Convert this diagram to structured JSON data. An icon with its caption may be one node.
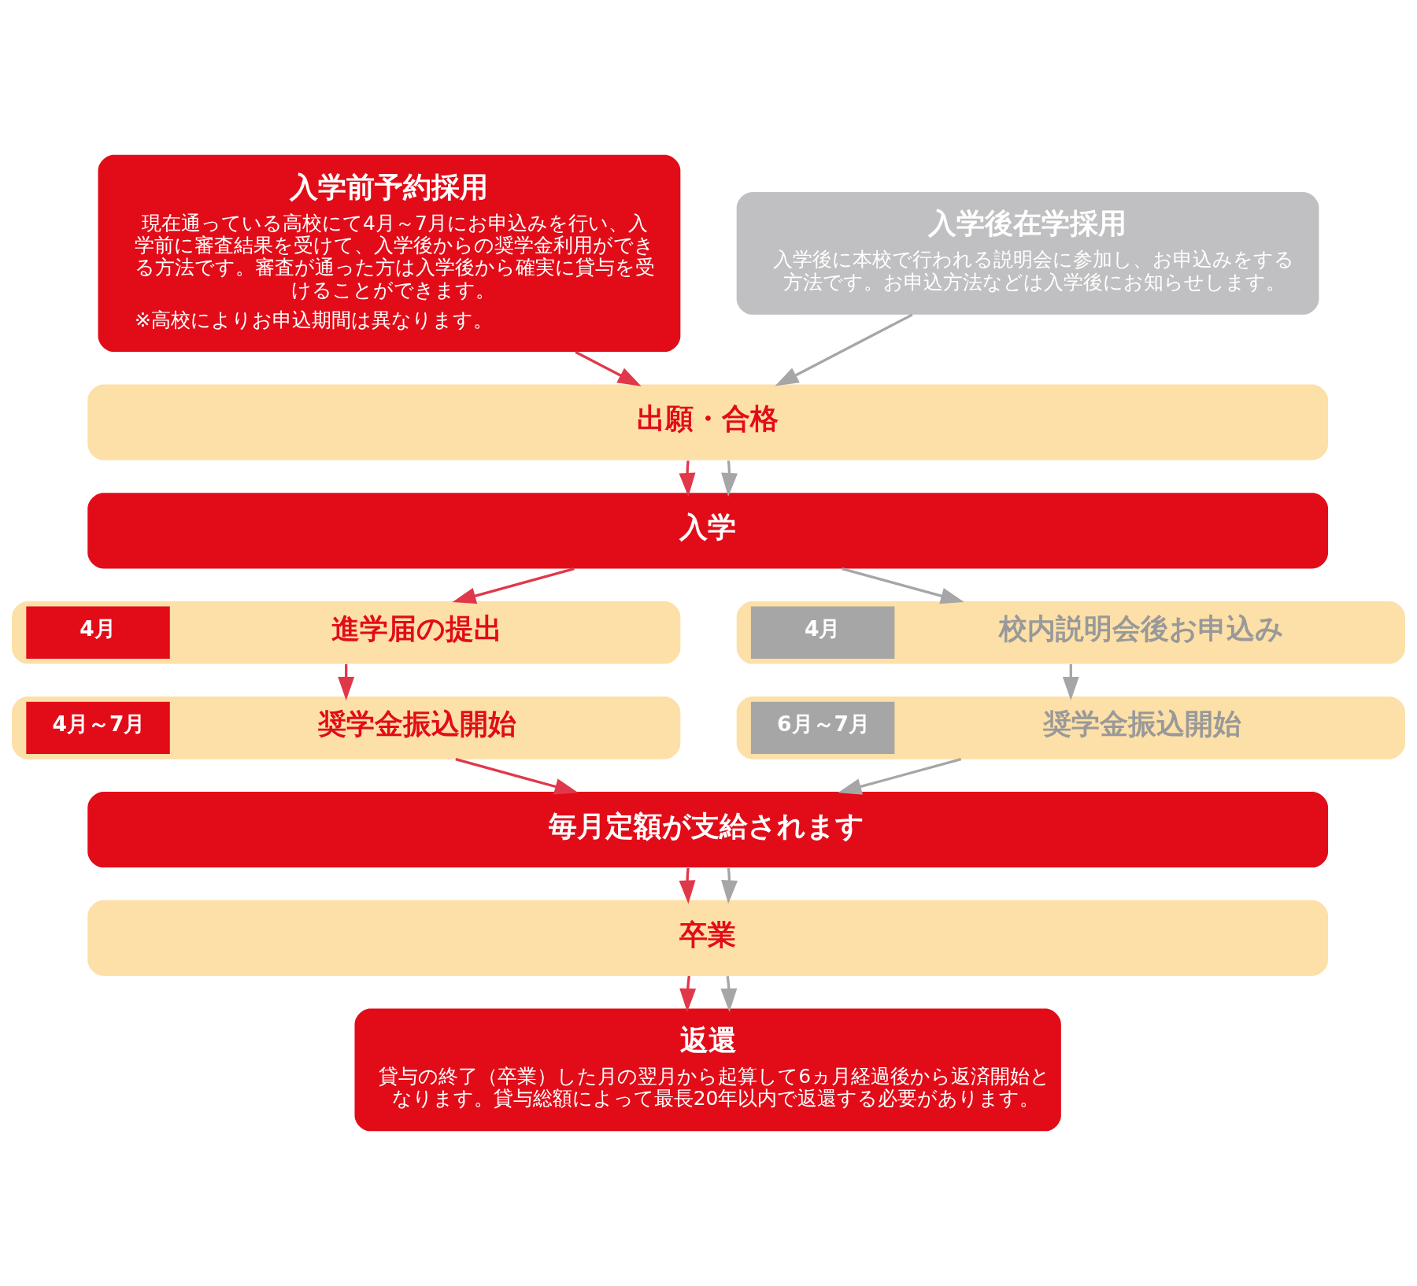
{
  "diagram": {
    "nodes": [
      {
        "text": [
          "入学前予約採用",
          "現在通っている高校にて4月～7月にお申込みを行い、入学前に審査結果を受けて、入学後からの奨学金利用ができる方法です。審査が通った方は入学後から確実に貸与を受けることができます。",
          "※高校によりお申込期間は異なります。"
        ]
      },
      {
        "text": [
          "入学後在学採用",
          "入学後に本校で行われる説明会に参加し、お申込みをする方法です。お申込方法などは入学後にお知らせします。"
        ]
      },
      {
        "text": [
          "出願・合格"
        ]
      },
      {
        "text": [
          "入学"
        ]
      },
      {
        "text": [
          "4月",
          "進学届の提出"
        ]
      },
      {
        "text": [
          "4月",
          "校内説明会後お申込み"
        ]
      },
      {
        "text": [
          "4月～7月",
          "奨学金振込開始"
        ]
      },
      {
        "text": [
          "6月～7月",
          "奨学金振込開始"
        ]
      },
      {
        "text": [
          "毎月定額が支給されます"
        ]
      },
      {
        "text": [
          "卒業"
        ]
      },
      {
        "text": [
          "返還",
          "貸与の終了（卒業）した月の翌月から起算して6ヵ月経過後から返済開始となります。貸与総額によって最長20年以内で返還する必要があります。"
        ]
      }
    ],
    "edges": [
      {
        "from": 0,
        "to": 2,
        "arrow": "to",
        "color": "#e0384a"
      },
      {
        "from": 1,
        "to": 2,
        "arrow": "to",
        "color": "#a6a6a6"
      },
      {
        "from": 2,
        "to": 3,
        "arrow": "to",
        "color": "#e0384a"
      },
      {
        "from": 2,
        "to": 3,
        "arrow": "to",
        "color": "#a6a6a6"
      },
      {
        "from": 3,
        "to": 4,
        "arrow": "to",
        "color": "#e0384a"
      },
      {
        "from": 3,
        "to": 5,
        "arrow": "to",
        "color": "#a6a6a6"
      },
      {
        "from": 4,
        "to": 6,
        "arrow": "to",
        "color": "#e0384a"
      },
      {
        "from": 5,
        "to": 7,
        "arrow": "to",
        "color": "#a6a6a6"
      },
      {
        "from": 6,
        "to": 8,
        "arrow": "to",
        "color": "#e0384a"
      },
      {
        "from": 7,
        "to": 8,
        "arrow": "to",
        "color": "#a6a6a6"
      },
      {
        "from": 8,
        "to": 9,
        "arrow": "to",
        "color": "#e0384a"
      },
      {
        "from": 8,
        "to": 9,
        "arrow": "to",
        "color": "#a6a6a6"
      },
      {
        "from": 9,
        "to": 10,
        "arrow": "to",
        "color": "#e0384a"
      },
      {
        "from": 9,
        "to": 10,
        "arrow": "to",
        "color": "#a6a6a6"
      }
    ]
  }
}
